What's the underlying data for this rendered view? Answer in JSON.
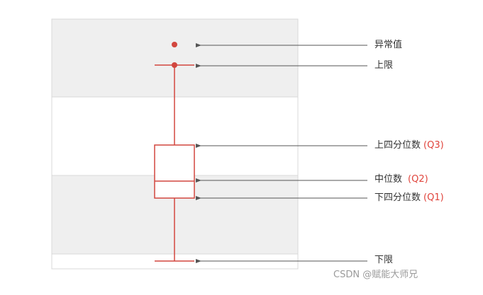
{
  "colors": {
    "accent": "#d2473f",
    "band_shaded": "#efefef",
    "band_plain": "#ffffff",
    "band_border": "#d8d8d8",
    "arrow": "#555555",
    "label": "#333333",
    "quartile_code": "#e0443c",
    "watermark": "#9a9a9a"
  },
  "labels": {
    "outlier": {
      "text": "异常值"
    },
    "upper_whisker": {
      "text": "上限"
    },
    "q3": {
      "text": "上四分位数",
      "code": "(Q3)"
    },
    "median": {
      "text": "中位数",
      "code": "(Q2)"
    },
    "q1": {
      "text": "下四分位数",
      "code": "(Q1)"
    },
    "lower_whisker": {
      "text": "下限"
    }
  },
  "watermark": "CSDN @赋能大师兄"
}
